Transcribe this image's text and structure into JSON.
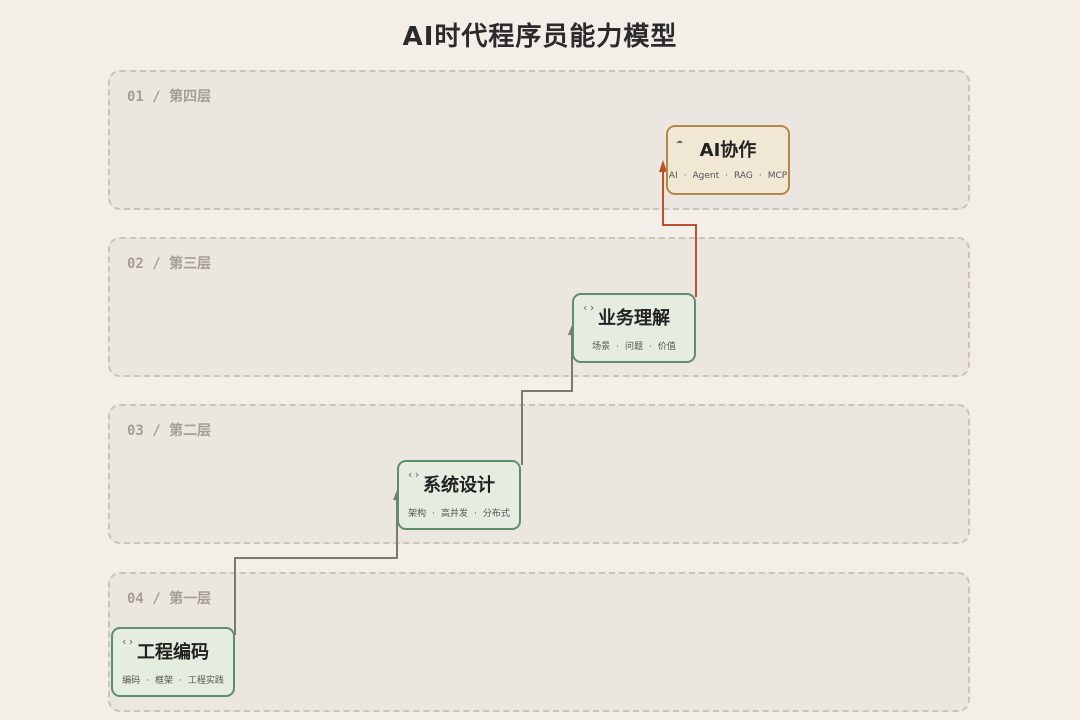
{
  "title": "AI时代程序员能力模型",
  "layers": [
    {
      "label": "01 / 第四层"
    },
    {
      "label": "02 / 第三层"
    },
    {
      "label": "03 / 第二层"
    },
    {
      "label": "04 / 第一层"
    }
  ],
  "nodes": [
    {
      "name": "AI协作",
      "icon": "cloud-icon",
      "tags": [
        "AI",
        "Agent",
        "RAG",
        "MCP"
      ]
    },
    {
      "name": "业务理解",
      "icon": "code-brackets-icon",
      "tags": [
        "场景",
        "问题",
        "价值"
      ]
    },
    {
      "name": "系统设计",
      "icon": "code-brackets-icon",
      "tags": [
        "架构",
        "高并发",
        "分布式"
      ]
    },
    {
      "name": "工程编码",
      "icon": "code-brackets-icon",
      "tags": [
        "编码",
        "框架",
        "工程实践"
      ]
    }
  ],
  "colors": {
    "node_border": "#5e8f6a",
    "ai_node_border": "#b48942",
    "connector": "#7a7a72",
    "ai_connector": "#c0502a"
  }
}
